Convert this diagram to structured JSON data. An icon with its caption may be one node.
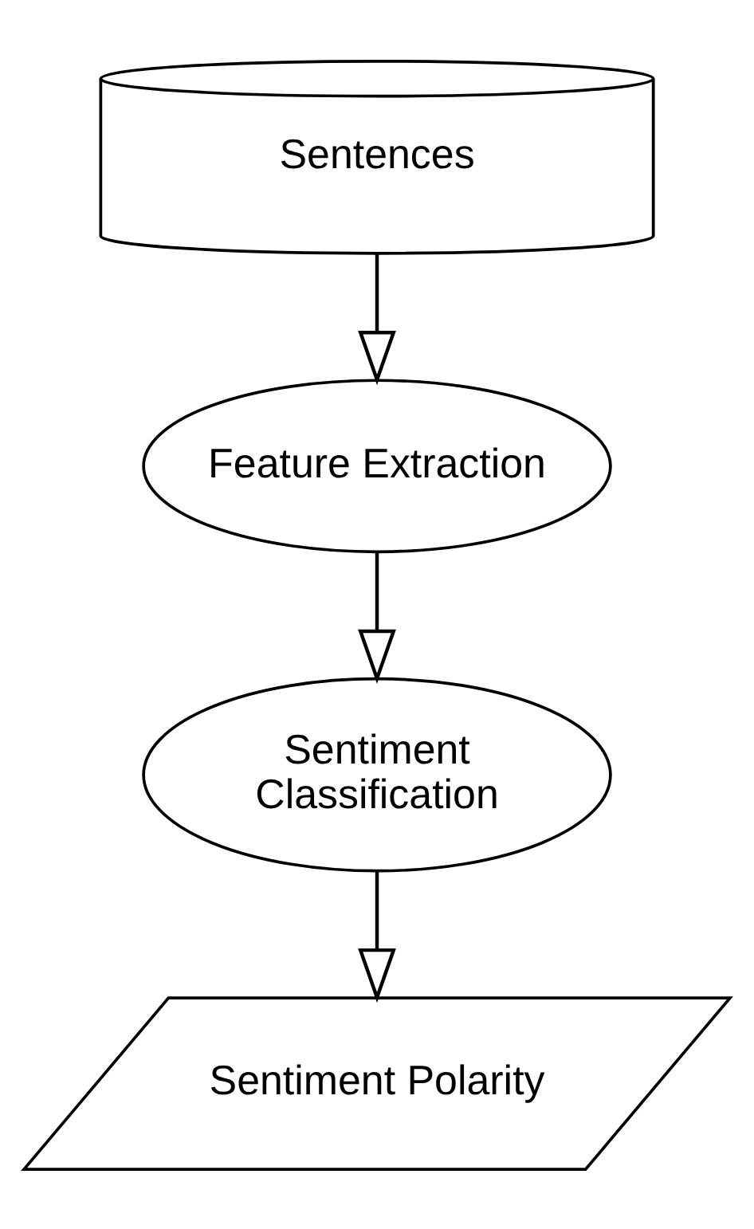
{
  "diagram": {
    "nodes": [
      {
        "text": [
          "Sentences"
        ]
      },
      {
        "text": [
          "Feature Extraction"
        ]
      },
      {
        "text": [
          "Sentiment Classification"
        ]
      },
      {
        "text": [
          "Sentiment Polarity"
        ]
      }
    ],
    "edges": [
      {
        "from": 0,
        "to": 1,
        "arrow": "to"
      },
      {
        "from": 1,
        "to": 2,
        "arrow": "to"
      },
      {
        "from": 2,
        "to": 3,
        "arrow": "to"
      }
    ]
  }
}
